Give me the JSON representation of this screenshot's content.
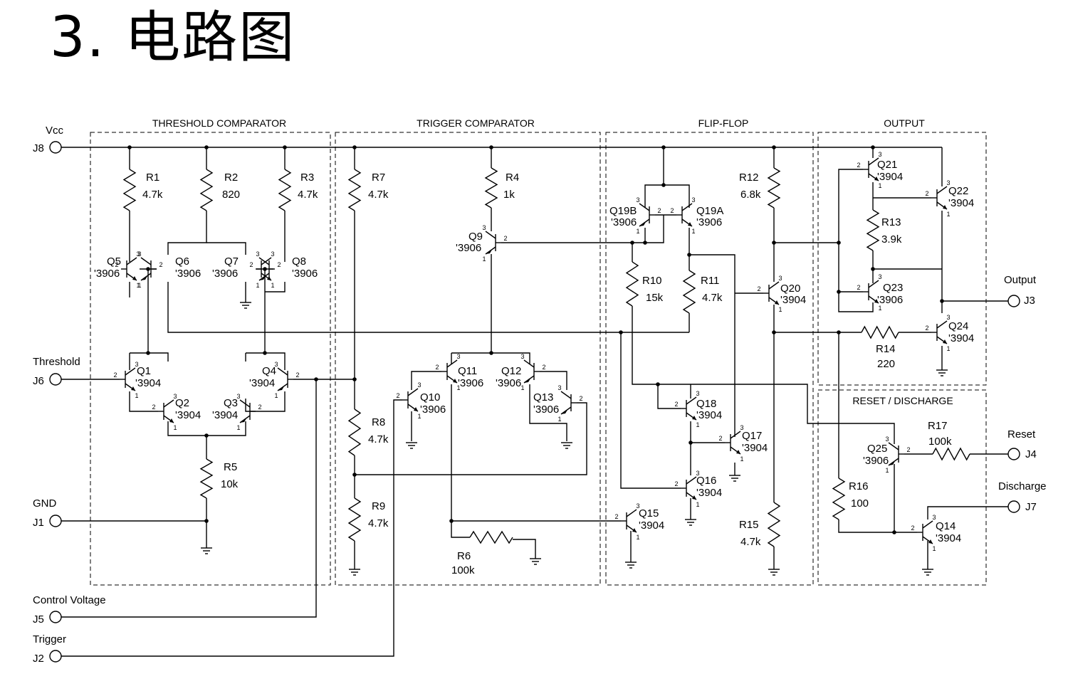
{
  "title": "3. 电路图",
  "sections": [
    "THRESHOLD COMPARATOR",
    "TRIGGER COMPARATOR",
    "FLIP-FLOP",
    "OUTPUT",
    "RESET / DISCHARGE"
  ],
  "terminals": {
    "vcc": {
      "name": "Vcc",
      "id": "J8"
    },
    "threshold": {
      "name": "Threshold",
      "id": "J6"
    },
    "gnd": {
      "name": "GND",
      "id": "J1"
    },
    "control": {
      "name": "Control Voltage",
      "id": "J5"
    },
    "trigger": {
      "name": "Trigger",
      "id": "J2"
    },
    "output": {
      "name": "Output",
      "id": "J3"
    },
    "reset": {
      "name": "Reset",
      "id": "J4"
    },
    "discharge": {
      "name": "Discharge",
      "id": "J7"
    }
  },
  "resistors": {
    "R1": {
      "ref": "R1",
      "val": "4.7k"
    },
    "R2": {
      "ref": "R2",
      "val": "820"
    },
    "R3": {
      "ref": "R3",
      "val": "4.7k"
    },
    "R4": {
      "ref": "R4",
      "val": "1k"
    },
    "R5": {
      "ref": "R5",
      "val": "10k"
    },
    "R6": {
      "ref": "R6",
      "val": "100k"
    },
    "R7": {
      "ref": "R7",
      "val": "4.7k"
    },
    "R8": {
      "ref": "R8",
      "val": "4.7k"
    },
    "R9": {
      "ref": "R9",
      "val": "4.7k"
    },
    "R10": {
      "ref": "R10",
      "val": "15k"
    },
    "R11": {
      "ref": "R11",
      "val": "4.7k"
    },
    "R12": {
      "ref": "R12",
      "val": "6.8k"
    },
    "R13": {
      "ref": "R13",
      "val": "3.9k"
    },
    "R14": {
      "ref": "R14",
      "val": "220"
    },
    "R15": {
      "ref": "R15",
      "val": "4.7k"
    },
    "R16": {
      "ref": "R16",
      "val": "100"
    },
    "R17": {
      "ref": "R17",
      "val": "100k"
    }
  },
  "transistors": {
    "Q1": {
      "ref": "Q1",
      "part": "'3904"
    },
    "Q2": {
      "ref": "Q2",
      "part": "'3904"
    },
    "Q3": {
      "ref": "Q3",
      "part": "'3904"
    },
    "Q4": {
      "ref": "Q4",
      "part": "'3904"
    },
    "Q5": {
      "ref": "Q5",
      "part": "'3906"
    },
    "Q6": {
      "ref": "Q6",
      "part": "'3906"
    },
    "Q7": {
      "ref": "Q7",
      "part": "'3906"
    },
    "Q8": {
      "ref": "Q8",
      "part": "'3906"
    },
    "Q9": {
      "ref": "Q9",
      "part": "'3906"
    },
    "Q10": {
      "ref": "Q10",
      "part": "'3906"
    },
    "Q11": {
      "ref": "Q11",
      "part": "'3906"
    },
    "Q12": {
      "ref": "Q12",
      "part": "'3906"
    },
    "Q13": {
      "ref": "Q13",
      "part": "'3906"
    },
    "Q14": {
      "ref": "Q14",
      "part": "'3904"
    },
    "Q15": {
      "ref": "Q15",
      "part": "'3904"
    },
    "Q16": {
      "ref": "Q16",
      "part": "'3904"
    },
    "Q17": {
      "ref": "Q17",
      "part": "'3904"
    },
    "Q18": {
      "ref": "Q18",
      "part": "'3904"
    },
    "Q19A": {
      "ref": "Q19A",
      "part": "'3906"
    },
    "Q19B": {
      "ref": "Q19B",
      "part": "'3906"
    },
    "Q20": {
      "ref": "Q20",
      "part": "'3904"
    },
    "Q21": {
      "ref": "Q21",
      "part": "'3904"
    },
    "Q22": {
      "ref": "Q22",
      "part": "'3904"
    },
    "Q23": {
      "ref": "Q23",
      "part": "'3906"
    },
    "Q24": {
      "ref": "Q24",
      "part": "'3904"
    },
    "Q25": {
      "ref": "Q25",
      "part": "'3906"
    }
  },
  "pin_numbers": [
    "1",
    "2",
    "3"
  ]
}
